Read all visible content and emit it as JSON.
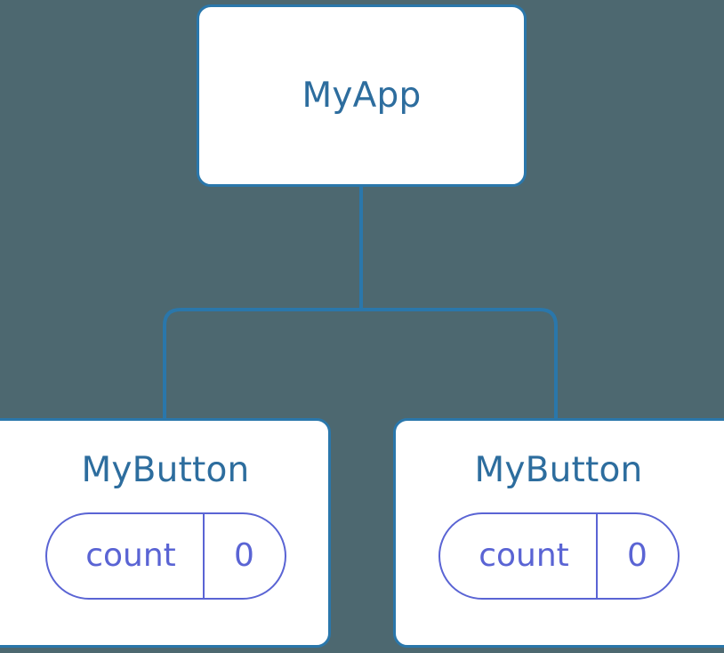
{
  "diagram": {
    "title": "component-tree",
    "type": "component-tree",
    "background_color": "#4d6870",
    "node_border_color": "#2a77ab",
    "node_fill_color": "#ffffff",
    "node_label_color": "#2d6d9e",
    "state_pill_color": "#5a64d4",
    "connector_color": "#2a77ab"
  },
  "nodes": {
    "root": {
      "label": "MyApp",
      "state": null
    },
    "children": [
      {
        "label": "MyButton",
        "state": {
          "key": "count",
          "value": "0"
        }
      },
      {
        "label": "MyButton",
        "state": {
          "key": "count",
          "value": "0"
        }
      }
    ]
  },
  "edges": [
    {
      "from": "MyApp",
      "to": "MyButton"
    },
    {
      "from": "MyApp",
      "to": "MyButton"
    }
  ]
}
